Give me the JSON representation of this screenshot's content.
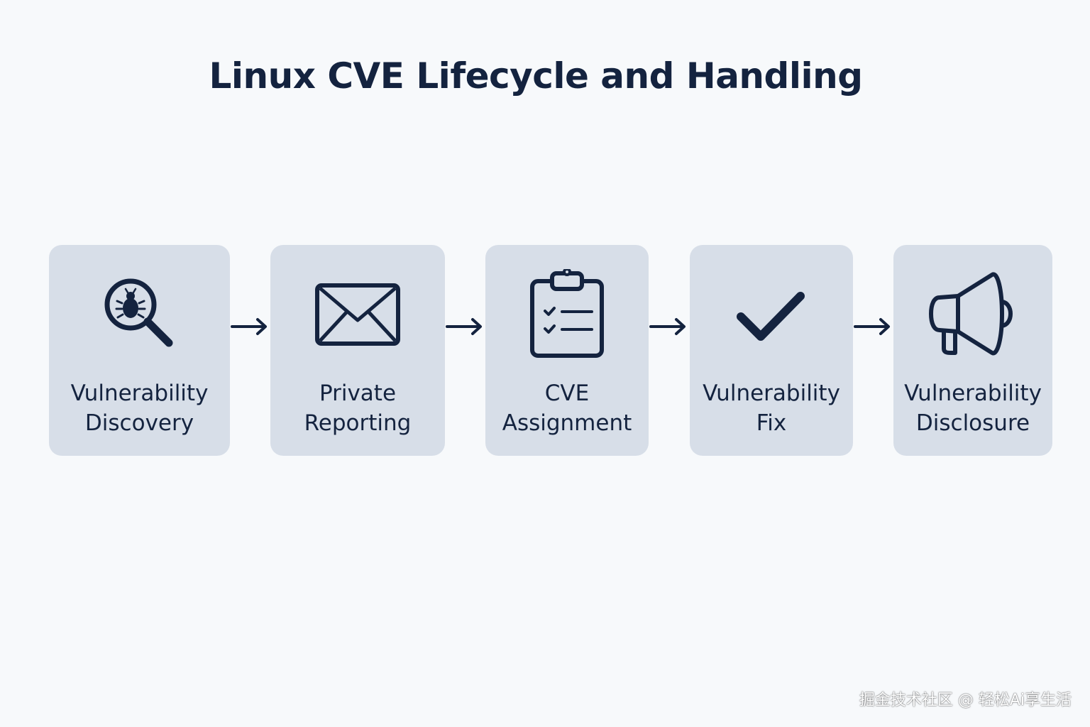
{
  "title": "Linux CVE Lifecycle and Handling",
  "steps": [
    {
      "line1": "Vulnerability",
      "line2": "Discovery",
      "icon": "magnifier-bug-icon"
    },
    {
      "line1": "Private",
      "line2": "Reporting",
      "icon": "envelope-icon"
    },
    {
      "line1": "CVE",
      "line2": "Assignment",
      "icon": "clipboard-checklist-icon"
    },
    {
      "line1": "Vulnerability",
      "line2": "Fix",
      "icon": "checkmark-icon"
    },
    {
      "line1": "Vulnerability",
      "line2": "Disclosure",
      "icon": "megaphone-icon"
    }
  ],
  "watermark": "掘金技术社区 @ 轻松Ai享生活",
  "colors": {
    "background": "#f7f9fb",
    "card": "#d7dee8",
    "ink": "#14233f"
  }
}
